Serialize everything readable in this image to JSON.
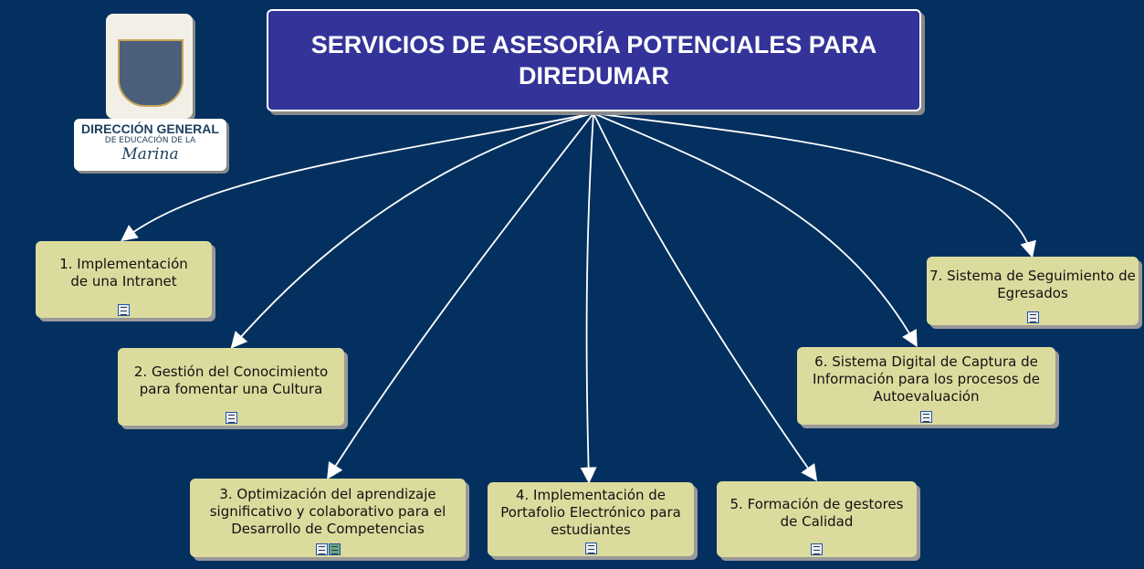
{
  "title": "SERVICIOS DE ASESORÍA POTENCIALES PARA DIREDUMAR",
  "logo": {
    "line1": "DIRECCIÓN GENERAL",
    "line2": "DE EDUCACIÓN DE LA",
    "line3": "Marina"
  },
  "nodes": [
    {
      "label": "1. Implementación de una Intranet",
      "icons": [
        "document-icon"
      ]
    },
    {
      "label": "2. Gestión del Conocimiento para fomentar una Cultura",
      "icons": [
        "document-icon"
      ]
    },
    {
      "label": "3. Optimización del aprendizaje significativo y colaborativo para el Desarrollo de Competencias",
      "icons": [
        "document-icon",
        "video-icon"
      ]
    },
    {
      "label": "4. Implementación de Portafolio Electrónico para estudiantes",
      "icons": [
        "document-icon"
      ]
    },
    {
      "label": "5. Formación de gestores de Calidad",
      "icons": [
        "document-icon"
      ]
    },
    {
      "label": "6. Sistema Digital de Captura de Información para los procesos de Autoevaluación",
      "icons": [
        "document-icon"
      ]
    },
    {
      "label": "7. Sistema de Seguimiento de Egresados",
      "icons": [
        "document-icon"
      ]
    }
  ],
  "colors": {
    "background": "#04305f",
    "title": "#333399",
    "node": "#dcdb9e"
  }
}
